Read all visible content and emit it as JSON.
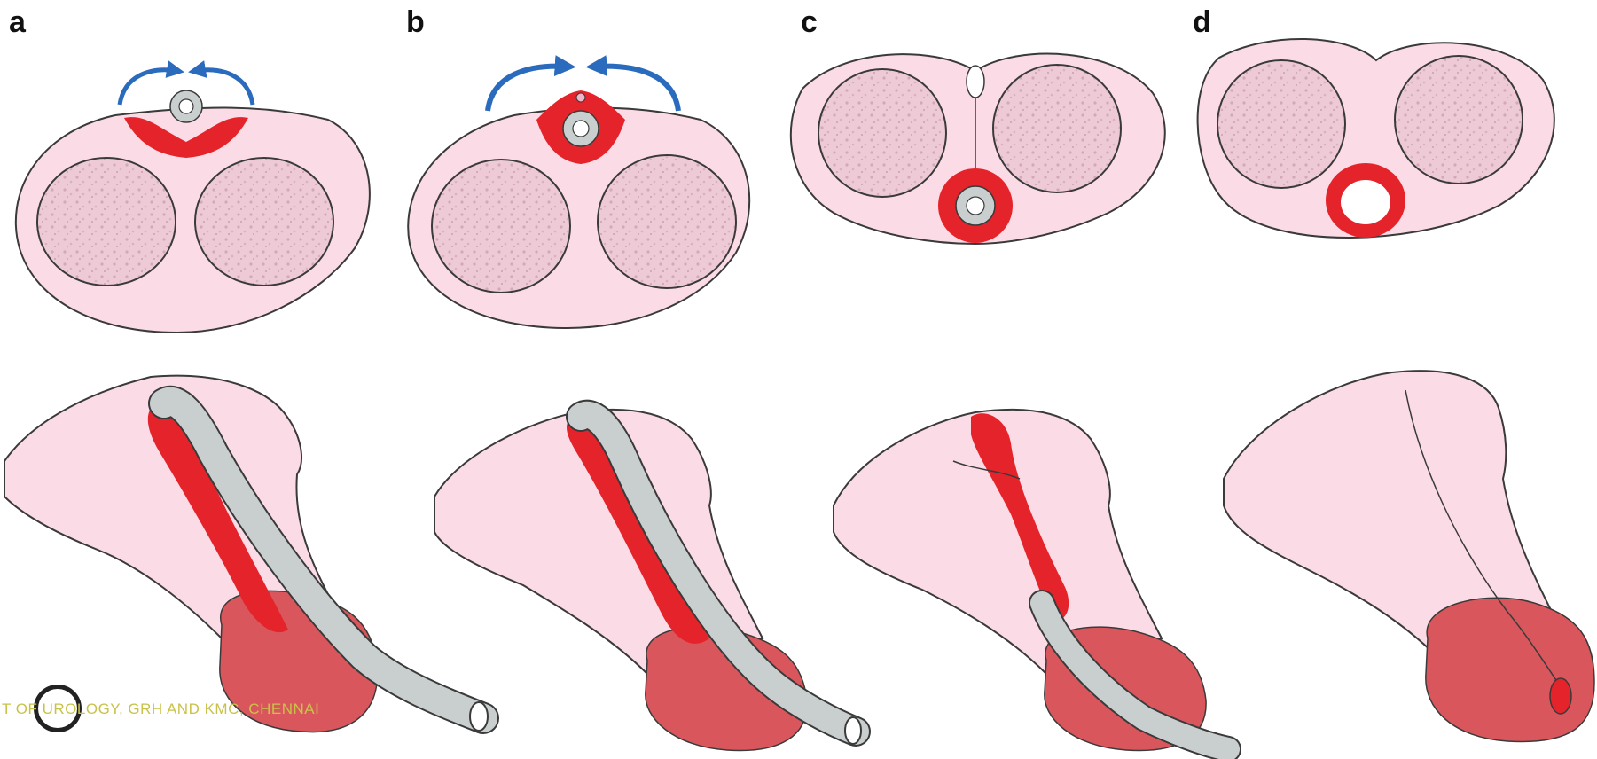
{
  "panels": [
    {
      "label": "a"
    },
    {
      "label": "b"
    },
    {
      "label": "c"
    },
    {
      "label": "d"
    }
  ],
  "watermark": {
    "text": "T OF UROLOGY, GRH AND KMC, CHENNAI"
  },
  "colors": {
    "skin": "#fbdce6",
    "outline": "#3a3a3a",
    "corpus": "#edcad6",
    "tissue_red": "#e5232a",
    "glans": "#d9575c",
    "catheter": "#c9cfcf",
    "arrow_blue": "#2a6bbd"
  }
}
